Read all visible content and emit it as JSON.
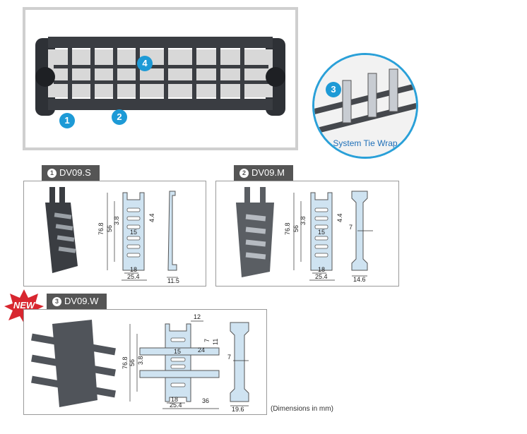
{
  "hero": {
    "callouts": [
      "1",
      "2",
      "4"
    ]
  },
  "detail": {
    "callout": "3",
    "label": "System Tie Wrap"
  },
  "products": [
    {
      "num": "1",
      "name": "DV09.S",
      "dims": {
        "height_outer": "76.8",
        "height_inner": "56",
        "slot": "3.8",
        "center": "15",
        "offset": "4.4",
        "inner_width": "18",
        "outer_width": "25.4",
        "side_width": "11.5"
      }
    },
    {
      "num": "2",
      "name": "DV09.M",
      "dims": {
        "height_outer": "76.8",
        "height_inner": "56",
        "slot": "3.8",
        "center": "15",
        "offset": "4.4",
        "inner_width": "18",
        "outer_width": "25.4",
        "side_web": "7",
        "side_width": "14.6"
      }
    },
    {
      "num": "3",
      "name": "DV09.W",
      "dims": {
        "top_tab": "12",
        "tab_a": "7",
        "tab_b": "11",
        "height_outer": "76.8",
        "height_inner": "56",
        "slot": "3.8",
        "center": "15",
        "arm": "24",
        "inner_width": "18",
        "outer_width": "25.4",
        "arm_span": "36",
        "side_web": "7",
        "side_width": "19.6"
      }
    }
  ],
  "new_badge": "NEW",
  "note": "(Dimensions in mm)",
  "colors": {
    "accent": "#1d9ad6",
    "part_fill": "#cfe3f1",
    "part_dark": "#3a3d42",
    "tab_bg": "#555555"
  }
}
